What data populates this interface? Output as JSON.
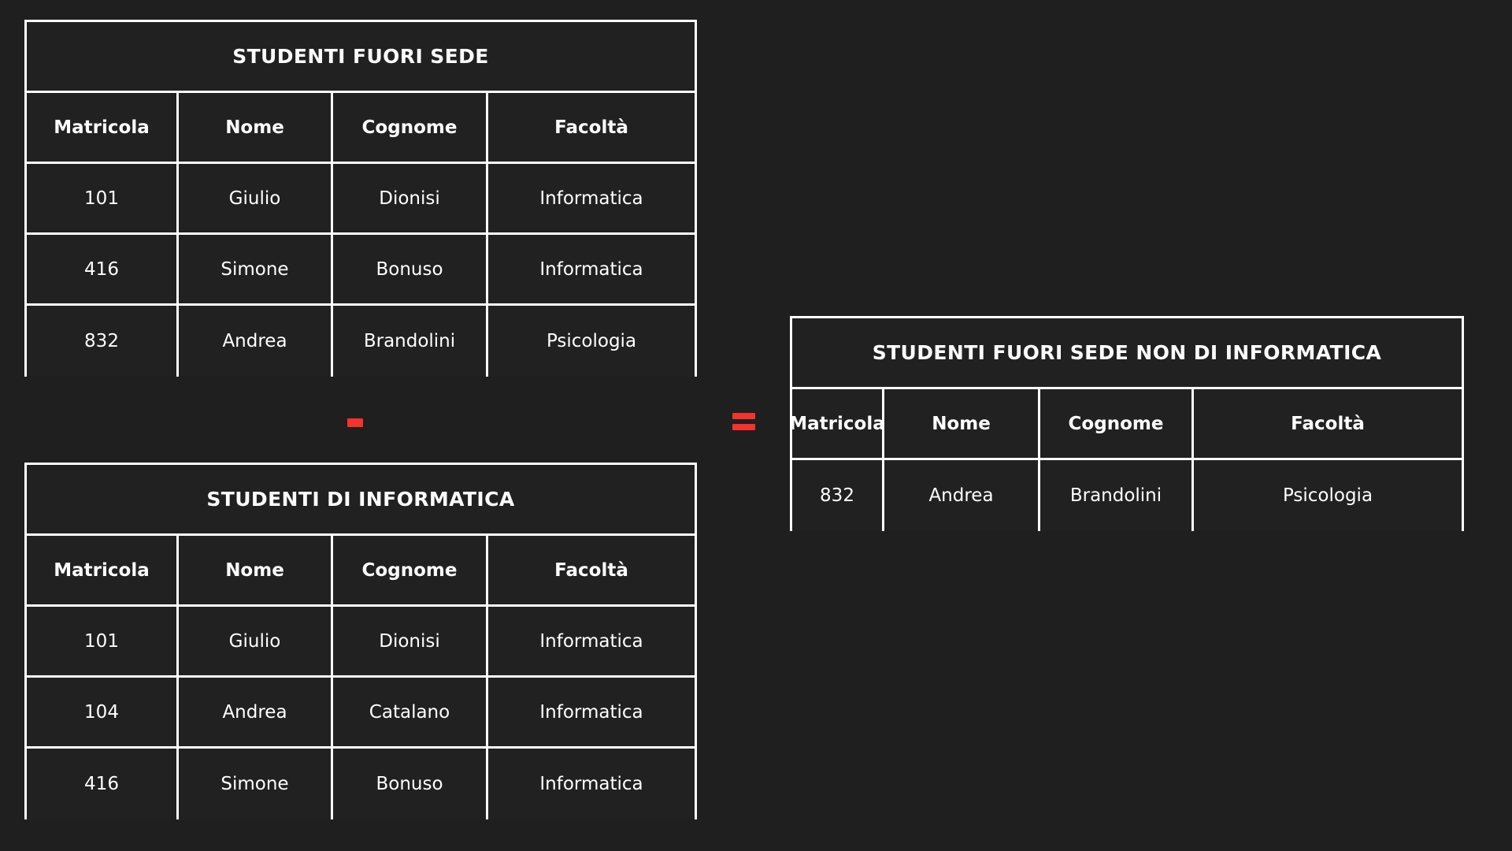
{
  "canvas": {
    "background_color": "#1f1f1f",
    "cell_background_color": "#212121",
    "border_color": "#ffffff",
    "text_color": "#ffffff",
    "operator_color": "#f4322e"
  },
  "columns": [
    "Matricola",
    "Nome",
    "Cognome",
    "Facoltà"
  ],
  "tables": [
    {
      "id": "studenti-fuori-sede",
      "title": "STUDENTI FUORI SEDE",
      "headers": [
        "Matricola",
        "Nome",
        "Cognome",
        "Facoltà"
      ],
      "rows": [
        [
          "101",
          "Giulio",
          "Dionisi",
          "Informatica"
        ],
        [
          "416",
          "Simone",
          "Bonuso",
          "Informatica"
        ],
        [
          "832",
          "Andrea",
          "Brandolini",
          "Psicologia"
        ]
      ]
    },
    {
      "id": "studenti-di-informatica",
      "title": "STUDENTI DI INFORMATICA",
      "headers": [
        "Matricola",
        "Nome",
        "Cognome",
        "Facoltà"
      ],
      "rows": [
        [
          "101",
          "Giulio",
          "Dionisi",
          "Informatica"
        ],
        [
          "104",
          "Andrea",
          "Catalano",
          "Informatica"
        ],
        [
          "416",
          "Simone",
          "Bonuso",
          "Informatica"
        ]
      ]
    },
    {
      "id": "studenti-fuori-sede-non-di-informatica",
      "title": "STUDENTI FUORI SEDE NON DI INFORMATICA",
      "headers": [
        "Matricola",
        "Nome",
        "Cognome",
        "Facoltà"
      ],
      "rows": [
        [
          "832",
          "Andrea",
          "Brandolini",
          "Psicologia"
        ]
      ]
    }
  ],
  "operators": {
    "minus": {
      "symbol": "-",
      "name": "minus-operator"
    },
    "equals": {
      "symbol": "=",
      "name": "equals-operator"
    }
  }
}
